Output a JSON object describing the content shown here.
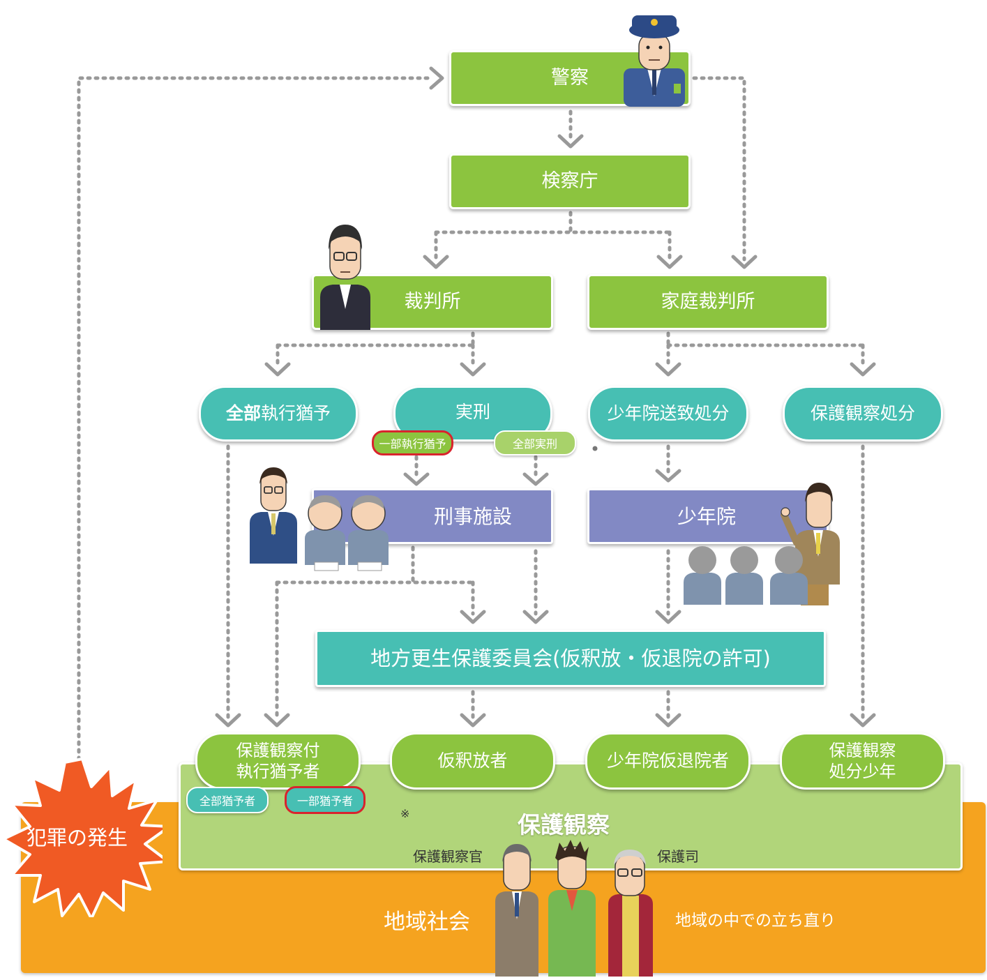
{
  "nodes": {
    "police": "警察",
    "prosecutor": "検察庁",
    "court": "裁判所",
    "family_court": "家庭裁判所",
    "full_suspension": "全部執行猶予",
    "full_suspension_prefix": "全部",
    "full_suspension_suffix": "執行猶予",
    "imprisonment": "実刑",
    "juvenile_training_referral": "少年院送致処分",
    "probation_disposition": "保護観察処分",
    "penal_institution": "刑事施設",
    "juvenile_training_school": "少年院",
    "parole_board": "地方更生保護委員会(仮釈放・仮退院の許可)",
    "probation_suspended_line1": "保護観察付",
    "probation_suspended_line2": "執行猶予者",
    "parolee": "仮釈放者",
    "juvenile_parolee": "少年院仮退院者",
    "probation_juvenile_line1": "保護観察",
    "probation_juvenile_line2": "処分少年"
  },
  "tags": {
    "partial_suspension": "一部執行猶予",
    "full_imprisonment": "全部実刑",
    "full_suspended_person": "全部猶予者",
    "partial_suspended_person": "一部猶予者"
  },
  "labels": {
    "crime_occurrence": "犯罪の発生",
    "probation": "保護観察",
    "probation_officer": "保護観察官",
    "volunteer_officer": "保護司",
    "community": "地域社会",
    "rehabilitation": "地域の中での立ち直り",
    "note_mark": "※"
  },
  "colors": {
    "green": "#8cc43f",
    "teal": "#47bfb3",
    "purple": "#8289c4",
    "orange": "#f5a31f",
    "light_green_panel": "#b1d57a",
    "crime_burst": "#f05a24",
    "highlight_red": "#d9232d",
    "connector_gray": "#999999"
  },
  "icons": [
    "police-officer-figure",
    "judge-figure",
    "prison-officer-figure",
    "inmates-figure",
    "teacher-figure",
    "juveniles-figure",
    "probation-officer-figure",
    "youth-figure",
    "volunteer-figure"
  ]
}
